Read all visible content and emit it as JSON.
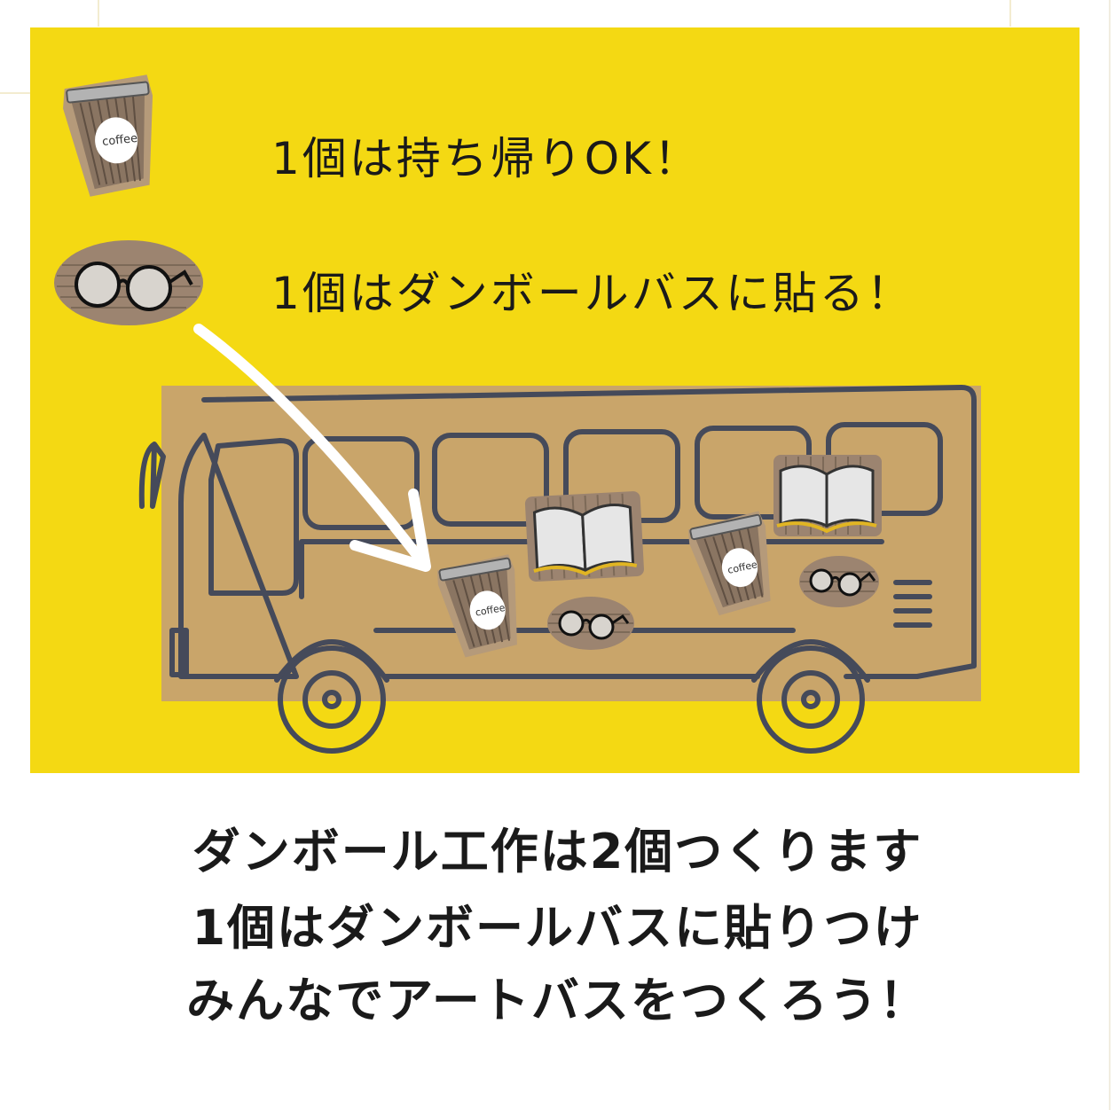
{
  "panel": {
    "line1": "1個は持ち帰りOK！",
    "line2": "1個はダンボールバスに貼る！"
  },
  "caption": {
    "line1": "ダンボール工作は2個つくります",
    "line2": "1個はダンボールバスに貼りつけ",
    "line3": "みんなでアートバスをつくろう！"
  },
  "stickers": {
    "cup_label": "coffee"
  },
  "colors": {
    "panel_yellow": "#f4d913",
    "cardboard": "#c9a56a",
    "outline": "#454a5a"
  },
  "icons": [
    "coffee-cup-sticker-icon",
    "glasses-sticker-icon",
    "book-sticker-icon",
    "arrow-icon",
    "bus-illustration"
  ]
}
